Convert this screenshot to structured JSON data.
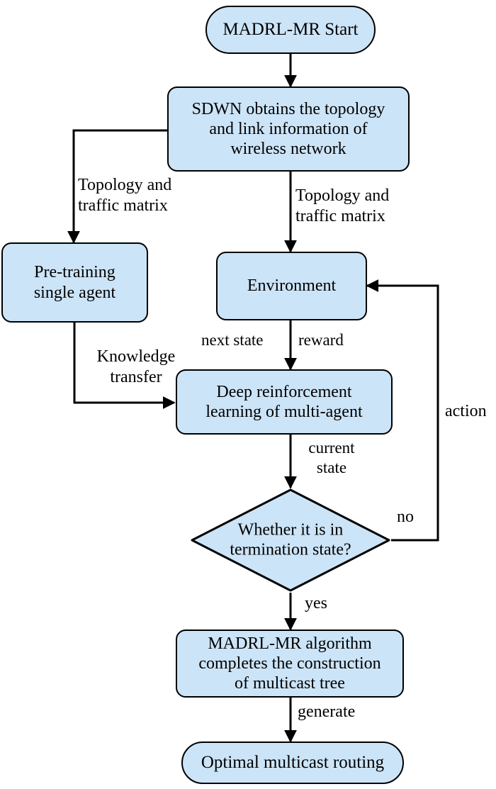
{
  "diagram": {
    "title": "MADRL-MR multicast routing flowchart",
    "colors": {
      "node_fill": "#cce4f7",
      "node_stroke": "#000000",
      "edge_stroke": "#000000",
      "background": "#ffffff",
      "text": "#000000"
    }
  },
  "nodes": [
    {
      "id": "start",
      "shape": "terminal",
      "text": "MADRL-MR Start"
    },
    {
      "id": "sdwn",
      "shape": "process",
      "text": "SDWN obtains the topology\nand link information of\nwireless network"
    },
    {
      "id": "pretrain",
      "shape": "process",
      "text": "Pre-training\nsingle agent"
    },
    {
      "id": "environment",
      "shape": "process",
      "text": "Environment"
    },
    {
      "id": "drl",
      "shape": "process",
      "text": "Deep reinforcement\nlearning of multi-agent"
    },
    {
      "id": "decision",
      "shape": "diamond",
      "text": "Whether it is in\ntermination state?"
    },
    {
      "id": "algorithm",
      "shape": "process",
      "text": "MADRL-MR algorithm\ncompletes the construction\nof multicast tree"
    },
    {
      "id": "result",
      "shape": "terminal",
      "text": "Optimal multicast routing"
    }
  ],
  "edge_labels": [
    {
      "id": "topology-left",
      "text": "Topology and\ntraffic matrix"
    },
    {
      "id": "topology-right",
      "text": "Topology and\ntraffic matrix"
    },
    {
      "id": "next-state",
      "text": "next state"
    },
    {
      "id": "reward",
      "text": "reward"
    },
    {
      "id": "knowledge",
      "text": "Knowledge\ntransfer"
    },
    {
      "id": "current-state",
      "text": "current\nstate"
    },
    {
      "id": "action",
      "text": "action"
    },
    {
      "id": "no",
      "text": "no"
    },
    {
      "id": "yes",
      "text": "yes"
    },
    {
      "id": "generate",
      "text": "generate"
    }
  ]
}
